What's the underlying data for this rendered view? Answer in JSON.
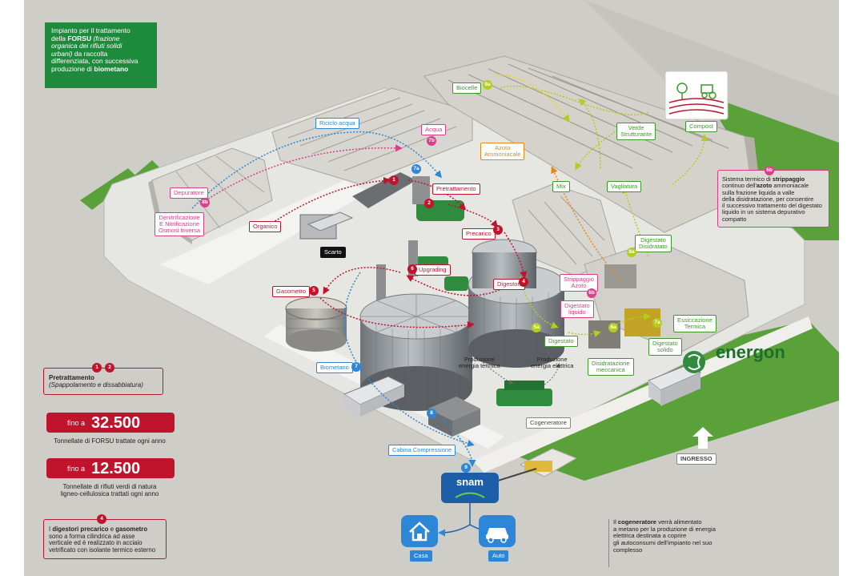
{
  "intro": {
    "line1": "Impianto per il trattamento",
    "line2_pre": "della ",
    "line2_bold": "FORSU",
    "line2_italic": " (frazione",
    "line3": "organica dei rifiuti solidi",
    "line4_italic": "urbani)",
    "line4_rest": " da raccolta",
    "line5": "differenziata, con successiva",
    "line6_pre": "produzione di ",
    "line6_bold": "biometano"
  },
  "colors": {
    "red": "#c0142c",
    "pink": "#d8408a",
    "blue": "#2e86d6",
    "orange": "#e58a18",
    "green": "#3d9a2a",
    "intro_bg": "#1e8a3c"
  },
  "labels": {
    "riciclo_acqua": "Riciclo acqua",
    "acqua": "Acqua",
    "biocelle": "Biocelle",
    "azoto_ammoniacale_1": "Azoto",
    "azoto_ammoniacale_2": "Ammoniacale",
    "verde_strutturante_1": "Verde",
    "verde_strutturante_2": "Strutturante",
    "compost": "Compost",
    "depuratore": "Depuratore",
    "denitrificazione_1": "Denitrificazione",
    "denitrificazione_2": "E Nitrificazione",
    "denitrificazione_3": "Osmosi Inversa",
    "organico": "Organico",
    "pretrattamento": "Pretrattamento",
    "mix": "Mix",
    "vagliatura": "Vagliatura",
    "precarico": "Precarico",
    "scarto": "Scarto",
    "upgrading": "Upgrading",
    "gasometro": "Gasometro",
    "digestori": "Digestori",
    "strippaggio_1": "Strippaggio",
    "strippaggio_2": "Azoto",
    "digestato_liquido_1": "Digestato",
    "digestato_liquido_2": "liquido",
    "digestato_disidratato_1": "Digestato",
    "digestato_disidratato_2": "Disidratato",
    "essiccazione_1": "Essiccazione",
    "essiccazione_2": "Termica",
    "digestato_solido_1": "Digestato",
    "digestato_solido_2": "solido",
    "digestato": "Digestato",
    "disidratazione_1": "Disidratazione",
    "disidratazione_2": "meccanica",
    "biometano": "Biometano",
    "produzione_termica_1": "Produzione",
    "produzione_termica_2": "energia termica",
    "produzione_elettrica_1": "Produzione",
    "produzione_elettrica_2": "energia elettrica",
    "cogeneratore": "Cogeneratore",
    "cabina_compressione": "Cabina Compressione",
    "ingresso": "INGRESSO",
    "snam": "snam",
    "casa": "Casa",
    "auto": "Auto",
    "energon": "energon"
  },
  "badges": [
    "1",
    "2",
    "3",
    "4",
    "5",
    "6",
    "7",
    "8",
    "9",
    "7a",
    "7b",
    "8a",
    "8b",
    "5a",
    "6a",
    "6b",
    "7a",
    "9a"
  ],
  "strippaggio_note": {
    "num": "6b",
    "l1_pre": "Sistema termico di ",
    "l1_bold": "strippaggio",
    "l2_pre": "continuo dell'",
    "l2_bold": "azoto",
    "l2_rest": " ammoniacale",
    "l3": "sulla frazione liquida a valle",
    "l4": "della disidratazione, per consentire",
    "l5": "il successivo trattamento del digestato",
    "l6": "liquido in un sistema depurativo",
    "l7": "compatto"
  },
  "pretrattamento_note": {
    "b1": "1",
    "b2": "2",
    "title": "Pretrattamento",
    "sub": "(Spappolamento e dissabbiatura)"
  },
  "stats": [
    {
      "prefix": "fino a",
      "value": "32.500",
      "caption1": "Tonnellate di FORSU trattate ogni anno",
      "caption2": ""
    },
    {
      "prefix": "fino a",
      "value": "12.500",
      "caption1": "Tonnellate di rifiuti verdi di natura",
      "caption2": "ligneo-cellulosica trattati ogni anno"
    }
  ],
  "digestori_note": {
    "num": "4",
    "l1_pre": "I ",
    "l1_bold1": "digestori precarico",
    "l1_mid": " e ",
    "l1_bold2": "gasometro",
    "l2": "sono a forma cilindrica ad asse",
    "l3": "verticale ed è realizzato in acciaio",
    "l4": "vetrificato con isolante termico esterno"
  },
  "cogeneratore_note": {
    "l1_pre": "Il ",
    "l1_bold": "cogeneratore",
    "l1_rest": " verrà alimentato",
    "l2": "a metano per la produzione di energia",
    "l3": "elettrica destinata a coprire",
    "l4": "gli autoconsumi dell'impianto nel suo",
    "l5": "complesso"
  }
}
